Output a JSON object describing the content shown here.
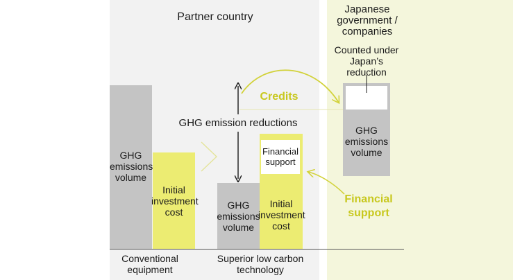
{
  "panels": {
    "partner_title": "Partner country",
    "japan_title": "Japanese government / companies"
  },
  "conventional": {
    "ghg_label": "GHG emissions volume",
    "investment_label": "Initial investment cost",
    "category_label": "Conventional equipment"
  },
  "superior": {
    "ghg_label": "GHG emissions volume",
    "investment_label": "Initial investment cost",
    "financial_box_label": "Financial support",
    "category_label": "Superior low carbon technology"
  },
  "japan": {
    "counted_label": "Counted under Japan’s reduction",
    "ghg_label": "GHG emissions volume"
  },
  "annotations": {
    "reductions": "GHG emission reductions",
    "credits": "Credits",
    "financial_support": "Financial support"
  },
  "colors": {
    "gray_bar": "#c4c4c4",
    "yellow_bar": "#ecec72",
    "accent_text": "#c8c81e",
    "partner_bg": "#f2f2f2",
    "japan_bg": "#f4f6dc"
  }
}
